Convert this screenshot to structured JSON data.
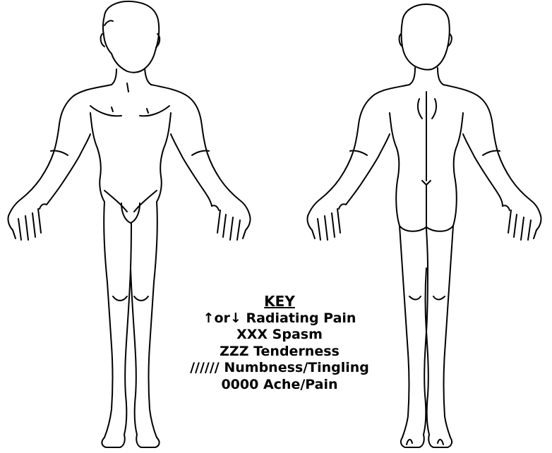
{
  "figures": {
    "front": {
      "name": "front-view"
    },
    "back": {
      "name": "back-view"
    }
  },
  "key": {
    "title": "KEY",
    "radiating": {
      "up_arrow": "↑",
      "connector": "or",
      "down_arrow": "↓",
      "label": " Radiating Pain"
    },
    "spasm": "XXX Spasm",
    "tenderness": "ZZZ Tenderness",
    "numbness": "////// Numbness/Tingling",
    "ache": "0000 Ache/Pain"
  }
}
